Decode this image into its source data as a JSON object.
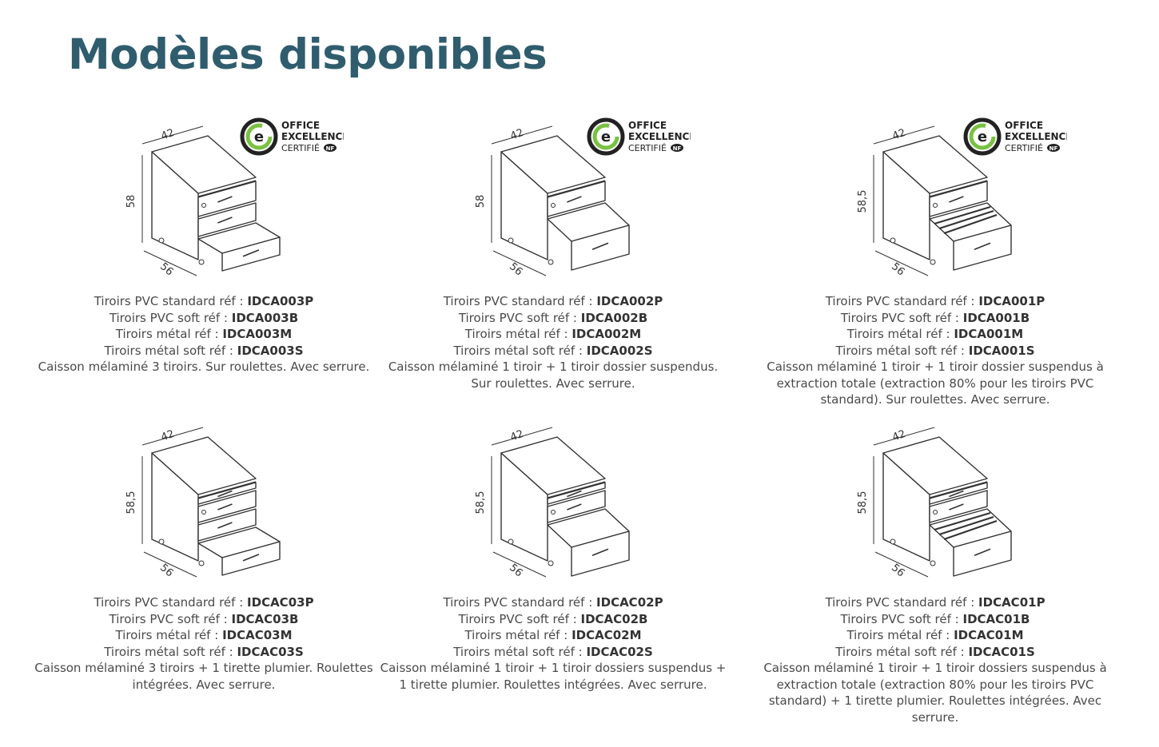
{
  "title": "Modèles disponibles",
  "colors": {
    "title": "#2f5d6e",
    "text": "#4a4a4a",
    "badge_green": "#7ac143",
    "line": "#333333"
  },
  "badge": {
    "line1": "OFFICE",
    "line2": "EXCELLENCE",
    "line3": "CERTIFIÉ",
    "mark": "NF"
  },
  "models": [
    {
      "dims": {
        "width": "42",
        "height": "58",
        "depth": "56"
      },
      "refs": [
        {
          "label": "Tiroirs PVC standard réf : ",
          "code": "IDCA003P"
        },
        {
          "label": "Tiroirs PVC soft réf : ",
          "code": "IDCA003B"
        },
        {
          "label": "Tiroirs métal réf : ",
          "code": "IDCA003M"
        },
        {
          "label": "Tiroirs métal soft réf : ",
          "code": "IDCA003S"
        }
      ],
      "description": "Caisson mélaminé 3 tiroirs. Sur roulettes. Avec serrure."
    },
    {
      "dims": {
        "width": "42",
        "height": "58",
        "depth": "56"
      },
      "refs": [
        {
          "label": "Tiroirs PVC standard réf : ",
          "code": "IDCA002P"
        },
        {
          "label": "Tiroirs PVC soft réf : ",
          "code": "IDCA002B"
        },
        {
          "label": "Tiroirs métal réf : ",
          "code": "IDCA002M"
        },
        {
          "label": "Tiroirs métal soft réf : ",
          "code": "IDCA002S"
        }
      ],
      "description": "Caisson mélaminé 1 tiroir + 1 tiroir dossier suspendus. Sur roulettes. Avec serrure."
    },
    {
      "dims": {
        "width": "42",
        "height": "58,5",
        "depth": "56"
      },
      "refs": [
        {
          "label": "Tiroirs PVC standard réf : ",
          "code": "IDCA001P"
        },
        {
          "label": "Tiroirs PVC soft réf : ",
          "code": "IDCA001B"
        },
        {
          "label": "Tiroirs métal réf : ",
          "code": "IDCA001M"
        },
        {
          "label": "Tiroirs métal soft réf : ",
          "code": "IDCA001S"
        }
      ],
      "description": "Caisson mélaminé 1 tiroir + 1 tiroir dossier suspendus à extraction totale (extraction 80% pour les tiroirs PVC standard). Sur roulettes. Avec serrure."
    },
    {
      "dims": {
        "width": "42",
        "height": "58,5",
        "depth": "56"
      },
      "refs": [
        {
          "label": "Tiroirs PVC standard réf : ",
          "code": "IDCAC03P"
        },
        {
          "label": "Tiroirs PVC soft réf : ",
          "code": "IDCAC03B"
        },
        {
          "label": "Tiroirs métal réf : ",
          "code": "IDCAC03M"
        },
        {
          "label": "Tiroirs métal soft réf : ",
          "code": "IDCAC03S"
        }
      ],
      "description": "Caisson mélaminé 3 tiroirs + 1 tirette plumier. Roulettes intégrées. Avec serrure."
    },
    {
      "dims": {
        "width": "42",
        "height": "58,5",
        "depth": "56"
      },
      "refs": [
        {
          "label": "Tiroirs PVC standard réf : ",
          "code": "IDCAC02P"
        },
        {
          "label": "Tiroirs PVC soft réf : ",
          "code": "IDCAC02B"
        },
        {
          "label": "Tiroirs métal réf : ",
          "code": "IDCAC02M"
        },
        {
          "label": "Tiroirs métal soft réf : ",
          "code": "IDCAC02S"
        }
      ],
      "description": "Caisson mélaminé 1 tiroir + 1 tiroir dossiers suspendus + 1 tirette plumier. Roulettes intégrées. Avec serrure."
    },
    {
      "dims": {
        "width": "42",
        "height": "58,5",
        "depth": "56"
      },
      "refs": [
        {
          "label": "Tiroirs PVC standard réf : ",
          "code": "IDCAC01P"
        },
        {
          "label": "Tiroirs PVC soft réf : ",
          "code": "IDCAC01B"
        },
        {
          "label": "Tiroirs métal réf : ",
          "code": "IDCAC01M"
        },
        {
          "label": "Tiroirs métal soft réf : ",
          "code": "IDCAC01S"
        }
      ],
      "description": "Caisson mélaminé 1 tiroir + 1 tiroir dossiers suspendus à extraction totale (extraction 80% pour les tiroirs PVC standard) + 1 tirette plumier. Roulettes intégrées. Avec serrure."
    }
  ]
}
